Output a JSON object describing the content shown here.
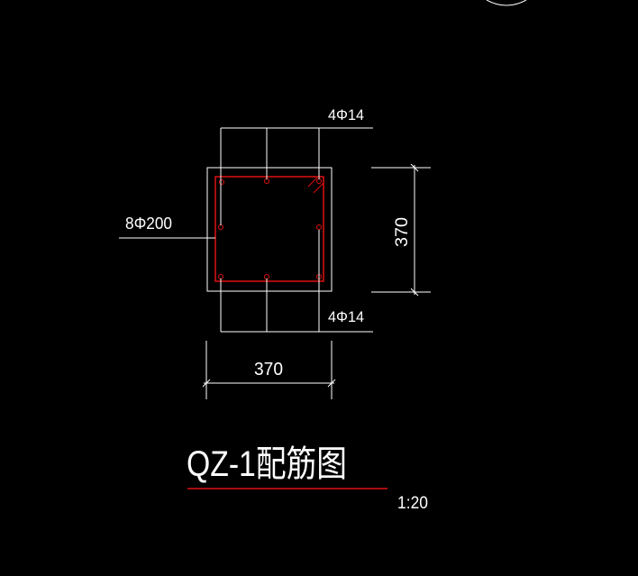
{
  "drawing": {
    "background": "#000000",
    "line_color": "#ffffff",
    "rebar_color": "#e01010",
    "title": "QZ-1配筋图",
    "scale": "1:20",
    "column": {
      "width_label": "370",
      "height_label": "370"
    },
    "annotations": {
      "top_bars": "4Φ14",
      "bottom_bars": "4Φ14",
      "stirrup": "8Φ200"
    }
  }
}
